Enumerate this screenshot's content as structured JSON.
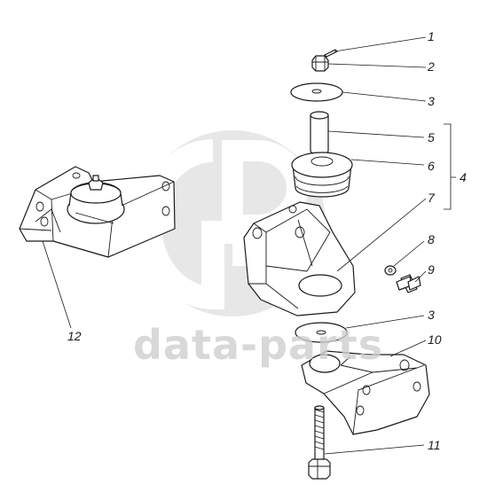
{
  "watermark": {
    "text": "data-parts",
    "color": "#cccccc"
  },
  "callouts": [
    {
      "id": "c1",
      "label": "1"
    },
    {
      "id": "c2",
      "label": "2"
    },
    {
      "id": "c3a",
      "label": "3"
    },
    {
      "id": "c5",
      "label": "5"
    },
    {
      "id": "c6",
      "label": "6"
    },
    {
      "id": "c4",
      "label": "4"
    },
    {
      "id": "c7",
      "label": "7"
    },
    {
      "id": "c8",
      "label": "8"
    },
    {
      "id": "c9",
      "label": "9"
    },
    {
      "id": "c3b",
      "label": "3"
    },
    {
      "id": "c10",
      "label": "10"
    },
    {
      "id": "c11",
      "label": "11"
    },
    {
      "id": "c12",
      "label": "12"
    }
  ],
  "colors": {
    "line": "#1a1a1a",
    "watermark": "#cccccc",
    "background": "#ffffff"
  }
}
